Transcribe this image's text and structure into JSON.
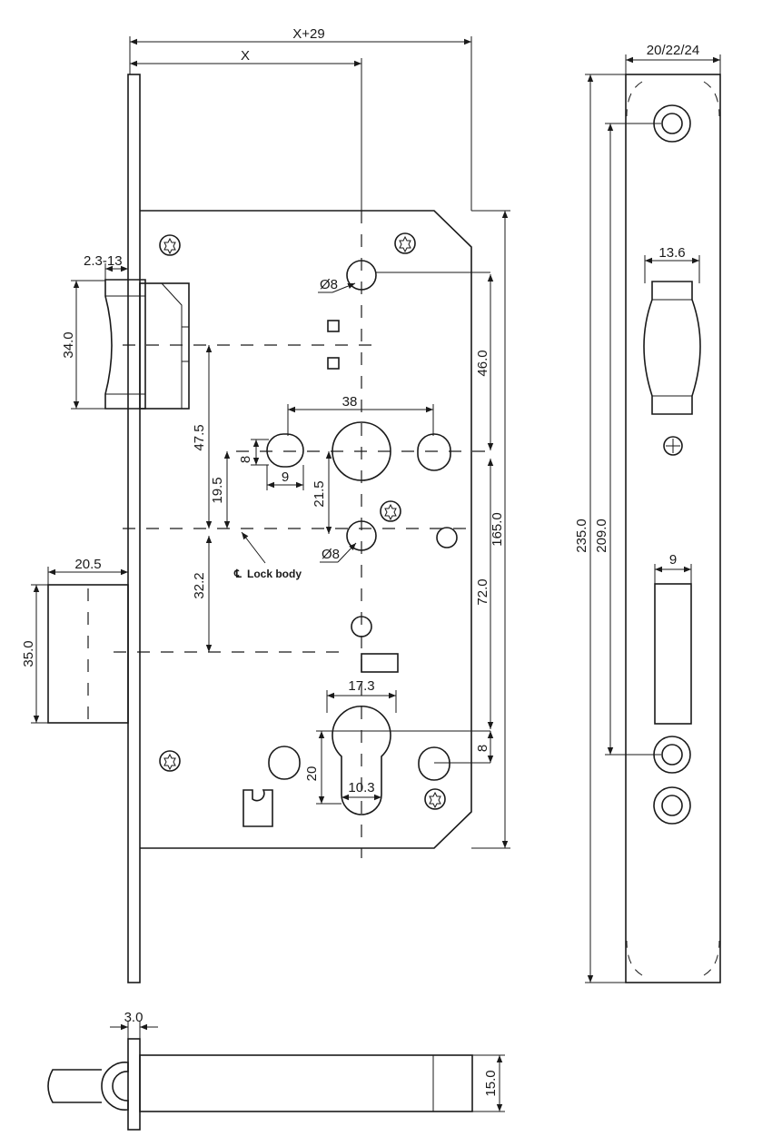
{
  "drawing": {
    "front_view": {
      "x_total": "X+29",
      "x_backset": "X",
      "thickness_range": "2.3-13",
      "latch_height": "34.0",
      "bolt_projection": "20.5",
      "bolt_height": "35.0",
      "spindle_dia_top": "Ø8",
      "spindle_dia_lower": "Ø8",
      "dim_46": "46.0",
      "dim_38": "38",
      "dim_47_5": "47.5",
      "dim_8_left": "8",
      "dim_9_left": "9",
      "dim_19_5": "19.5",
      "dim_21_5": "21.5",
      "dim_165": "165.0",
      "dim_32_2": "32.2",
      "dim_72": "72.0",
      "lock_body_label": "Lock body",
      "cyl_width": "17.3",
      "cyl_height": "20",
      "cyl_slot": "10.3",
      "dim_8_right": "8"
    },
    "faceplate_view": {
      "widths": "20/22/24",
      "latch_opening": "13.6",
      "overall_length": "235.0",
      "screw_spacing": "209.0",
      "bolt_opening": "9"
    },
    "bottom_view": {
      "plate_thickness": "3.0",
      "depth": "15.0"
    }
  }
}
